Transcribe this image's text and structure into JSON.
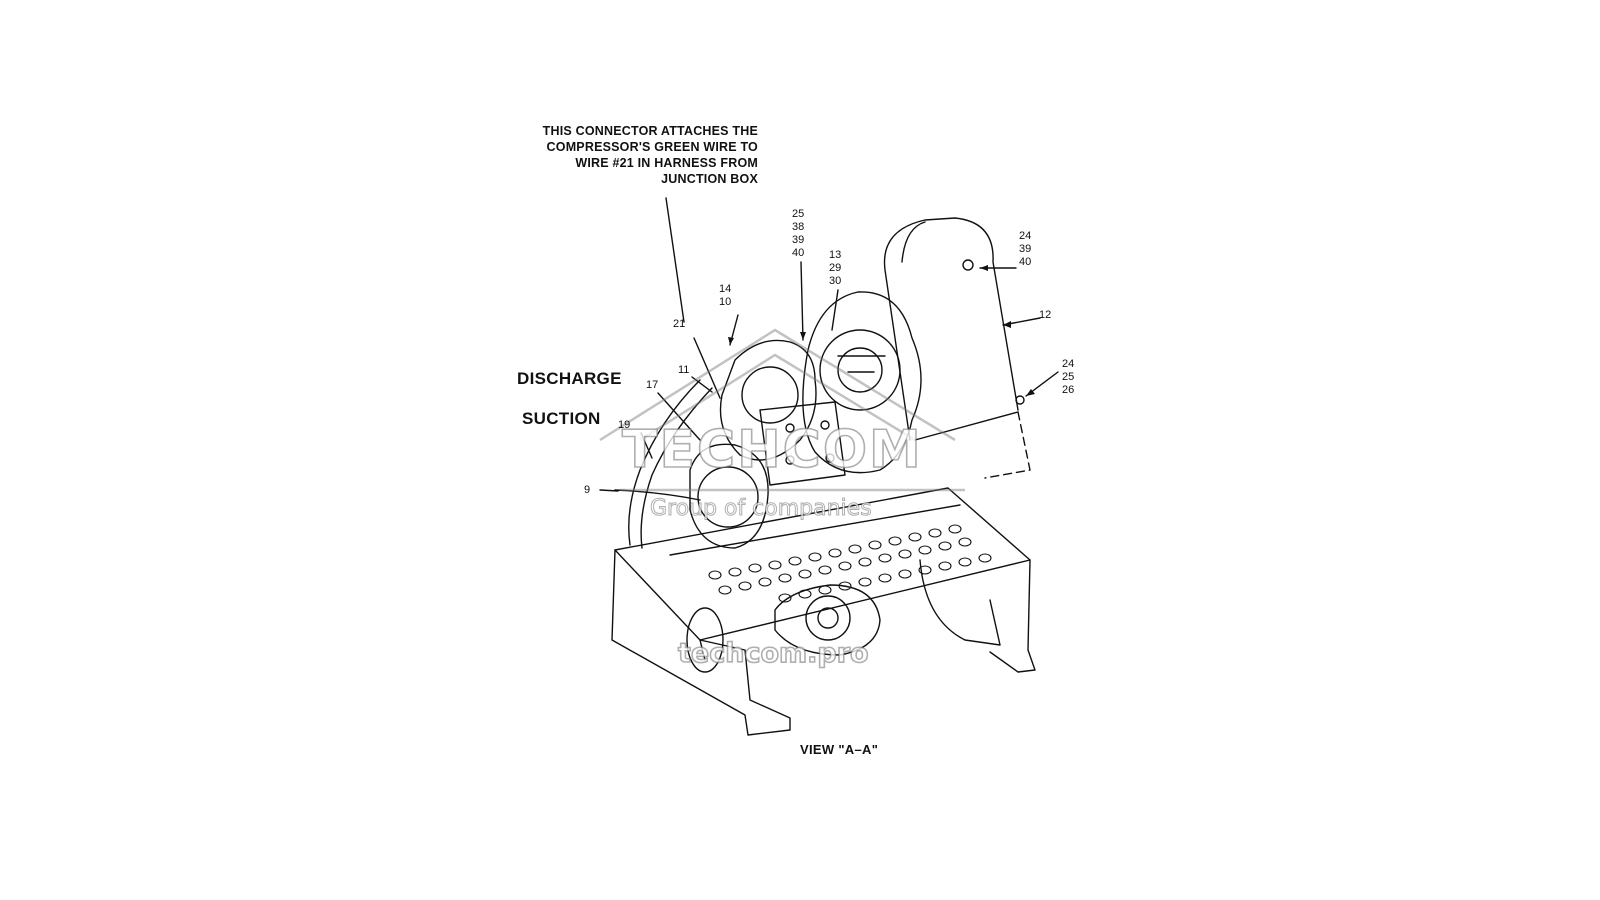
{
  "callout": {
    "lines": [
      "THIS CONNECTOR ATTACHES THE",
      "COMPRESSOR'S GREEN WIRE TO",
      "WIRE #21 IN HARNESS FROM",
      "JUNCTION BOX"
    ]
  },
  "labels": {
    "discharge": "DISCHARGE",
    "suction": "SUCTION",
    "view": "VIEW \"A–A\""
  },
  "callouts_numbers": {
    "stack_a": [
      "25",
      "38",
      "39",
      "40"
    ],
    "stack_b": [
      "13",
      "29",
      "30"
    ],
    "stack_c": [
      "24",
      "39",
      "40"
    ],
    "stack_d": [
      "24",
      "25",
      "26"
    ],
    "stack_e": [
      "14",
      "10"
    ],
    "n12": "12",
    "n21": "21",
    "n11": "11",
    "n17": "17",
    "n19": "19",
    "n9": "9"
  },
  "watermark": {
    "brand": "TECHCOM",
    "tagline": "Group of companies",
    "site": "techcom.pro"
  }
}
